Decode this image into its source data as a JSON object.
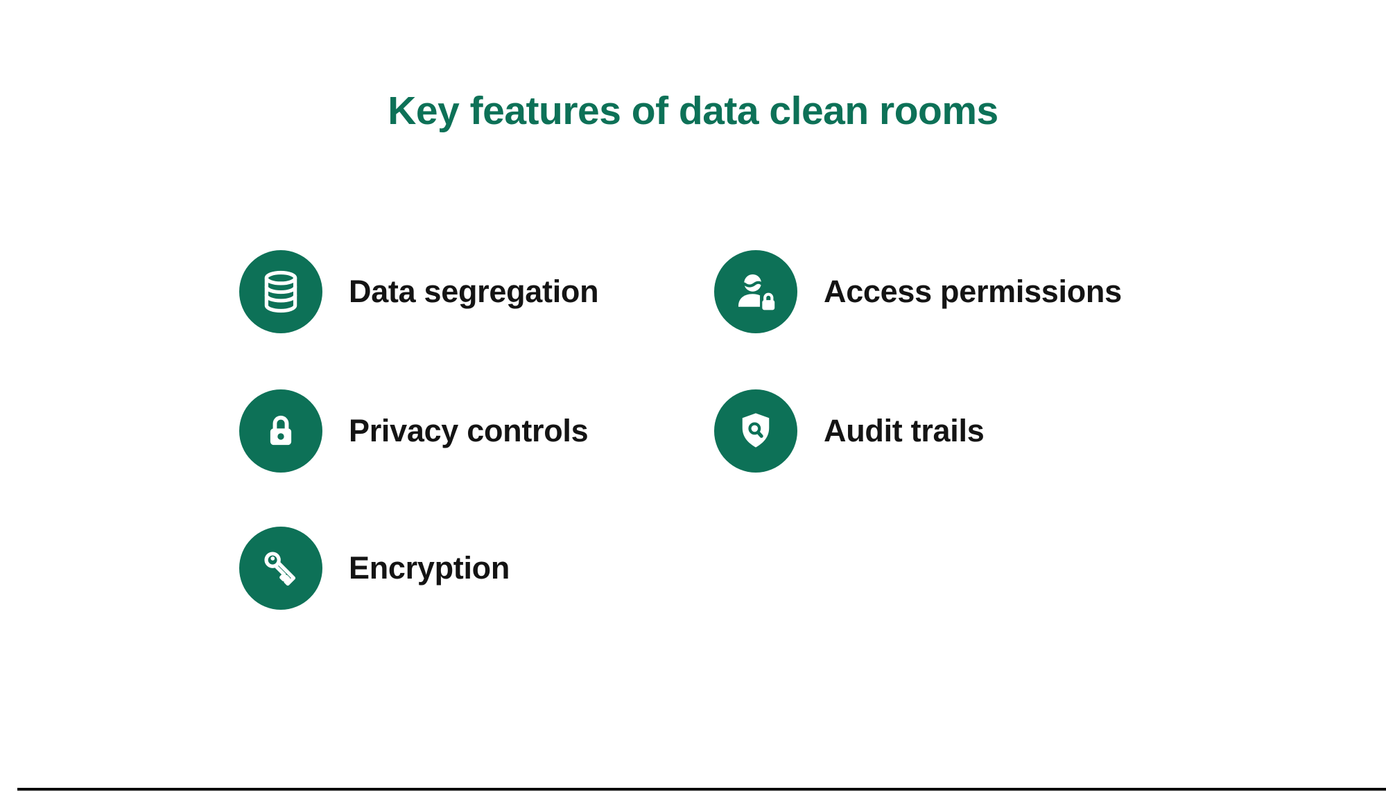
{
  "page": {
    "title": "Key features of data clean rooms"
  },
  "colors": {
    "accent_teal": "#0d7157",
    "label_text": "#141414",
    "background": "#ffffff",
    "bottom_line": "#000000"
  },
  "features": [
    {
      "label": "Data segregation",
      "icon": "database-icon"
    },
    {
      "label": "Access permissions",
      "icon": "user-lock-icon"
    },
    {
      "label": "Privacy controls",
      "icon": "padlock-icon"
    },
    {
      "label": "Audit trails",
      "icon": "shield-search-icon"
    },
    {
      "label": "Encryption",
      "icon": "key-icon"
    }
  ]
}
